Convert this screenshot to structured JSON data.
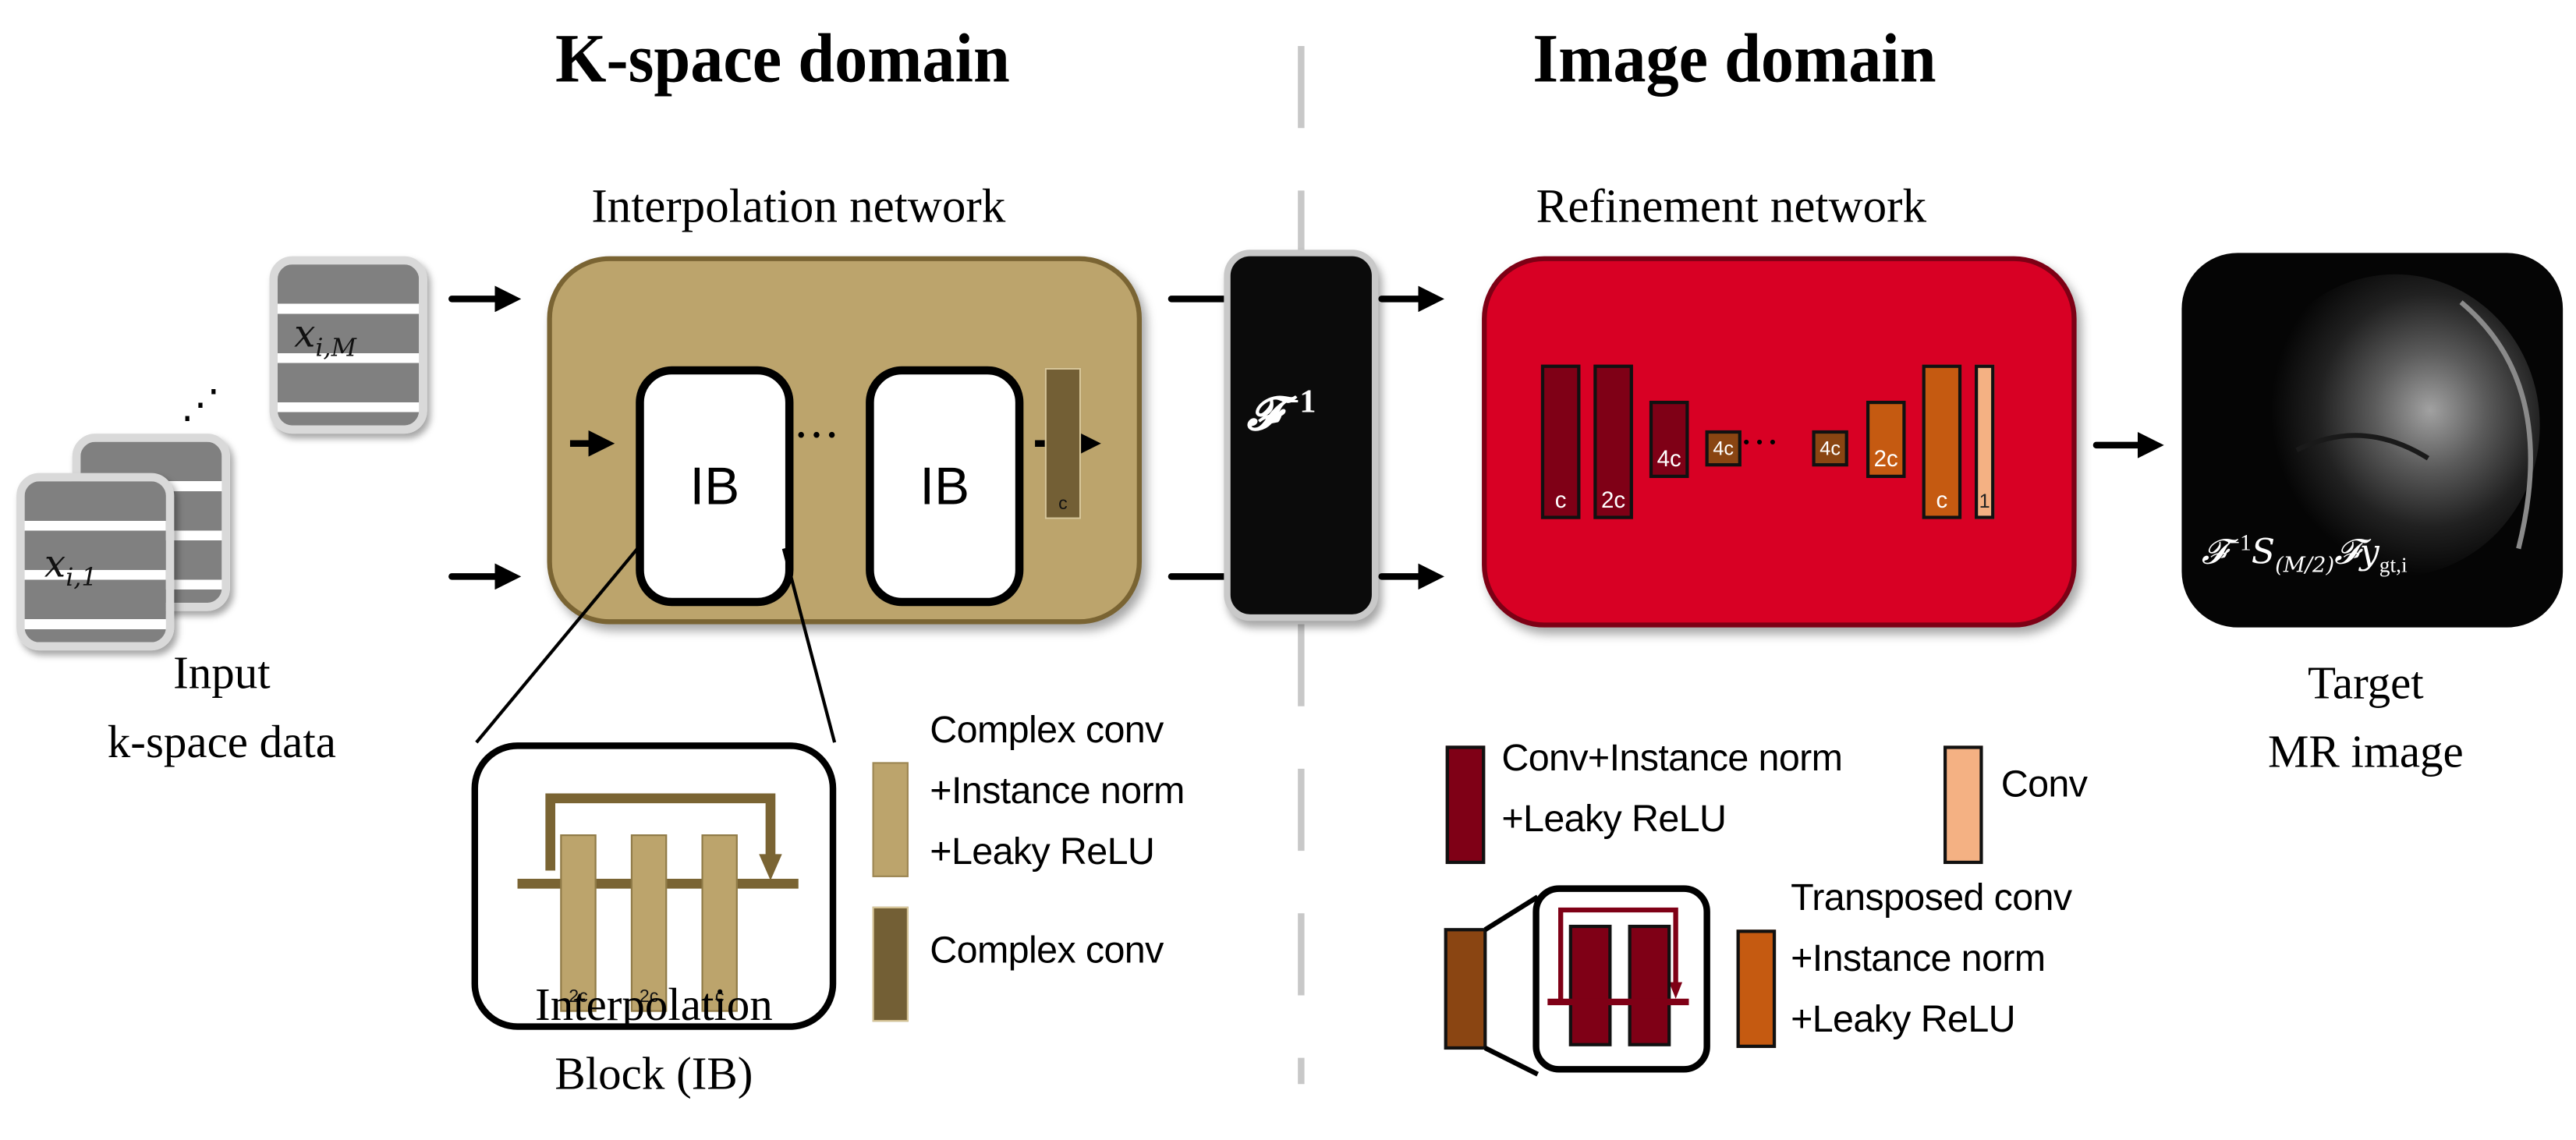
{
  "headers": {
    "kspace_domain": "K-space domain",
    "image_domain": "Image domain"
  },
  "input": {
    "card_top_label": "x",
    "card_top_sub": "i,M",
    "card_bottom_label": "x",
    "card_bottom_sub": "i,1",
    "caption_line1": "Input",
    "caption_line2": "k-space data",
    "ellipsis": "⋰"
  },
  "interpolation_network": {
    "title": "Interpolation network",
    "block1_label": "IB",
    "block2_label": "IB",
    "ellipsis": "···",
    "final_layer_label": "c",
    "fill_color": "#BCA46C",
    "border_color": "#7A6433",
    "final_layer_color": "#735F35"
  },
  "inverse_fourier": {
    "label": "𝓕",
    "superscript": "−1",
    "fill_color": "#0B0B0B"
  },
  "refinement_network": {
    "title": "Refinement network",
    "fill_color": "#D80024",
    "border_color": "#7D0015",
    "ellipsis": "···",
    "layers": [
      {
        "label": "c",
        "type": "conv_in_lrelu",
        "color": "#7F0016"
      },
      {
        "label": "2c",
        "type": "conv_in_lrelu",
        "color": "#7F0016"
      },
      {
        "label": "4c",
        "type": "conv_in_lrelu",
        "color": "#7F0016"
      },
      {
        "label": "4c",
        "type": "residual_block",
        "color": "#8A4512"
      },
      {
        "label": "4c",
        "type": "residual_block",
        "color": "#8A4512"
      },
      {
        "label": "2c",
        "type": "transposed_conv",
        "color": "#C55A11"
      },
      {
        "label": "c",
        "type": "transposed_conv",
        "color": "#C55A11"
      },
      {
        "label": "1",
        "type": "conv",
        "color": "#F4B183"
      }
    ]
  },
  "target": {
    "formula_F": "𝓕",
    "formula_sup": "−1",
    "formula_S": "S",
    "formula_S_sub": "(M/2)",
    "formula_F2": "𝓕",
    "formula_y": "y",
    "formula_y_sub": "gt,i",
    "caption_line1": "Target",
    "caption_line2": "MR image"
  },
  "ib_detail": {
    "caption_line1": "Interpolation",
    "caption_line2": "Block (IB)",
    "layers": [
      "2c",
      "2c",
      "c"
    ]
  },
  "kspace_legend": [
    {
      "lines": [
        "Complex conv",
        "+Instance norm",
        "+Leaky ReLU"
      ],
      "color": "#BCA46C"
    },
    {
      "lines": [
        "Complex conv"
      ],
      "color": "#735F35"
    }
  ],
  "image_legend": [
    {
      "lines": [
        "Conv+Instance norm",
        "+Leaky ReLU"
      ],
      "color": "#7F0016"
    },
    {
      "lines": [
        "Conv"
      ],
      "color": "#F4B183"
    },
    {
      "lines": [
        "Transposed conv",
        "+Instance norm",
        "+Leaky ReLU"
      ],
      "color": "#C55A11"
    }
  ],
  "residual_legend": {
    "block_color": "#8A4512",
    "inner_color": "#7F0016"
  }
}
